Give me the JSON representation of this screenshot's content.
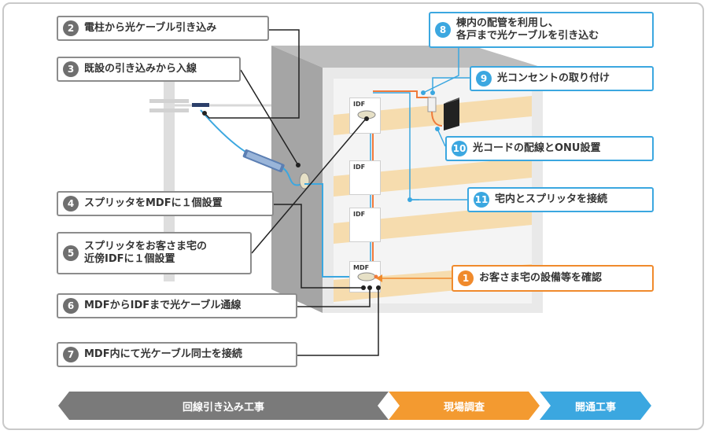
{
  "labels": {
    "s1": {
      "num": "1",
      "text": "お客さま宅の設備等を確認"
    },
    "s2": {
      "num": "2",
      "text": "電柱から光ケーブル引き込み"
    },
    "s3": {
      "num": "3",
      "text": "既設の引き込みから入線"
    },
    "s4": {
      "num": "4",
      "text": "スプリッタをMDFに１個設置"
    },
    "s5": {
      "num": "5",
      "text": "スプリッタをお客さま宅の\n近傍IDFに１個設置"
    },
    "s6": {
      "num": "6",
      "text": "MDFからIDFまで光ケーブル通線"
    },
    "s7": {
      "num": "7",
      "text": "MDF内にて光ケーブル同士を接続"
    },
    "s8": {
      "num": "8",
      "text": "棟内の配管を利用し、\n各戸まで光ケーブルを引き込む"
    },
    "s9": {
      "num": "9",
      "text": "光コンセントの取り付け"
    },
    "s10": {
      "num": "10",
      "text": "光コードの配線とONU設置"
    },
    "s11": {
      "num": "11",
      "text": "宅内とスプリッタを接続"
    }
  },
  "boxes": {
    "idf_top": "IDF",
    "idf_mid": "IDF",
    "idf_low": "IDF",
    "mdf": "MDF"
  },
  "phases": {
    "p1": "回線引き込み工事",
    "p2": "現場調査",
    "p3": "開通工事"
  },
  "colors": {
    "gray_phase": "#7a7a7a",
    "orange_phase": "#f39a30",
    "blue_phase": "#3ba7e0",
    "fiber_blue": "#3ba7e0",
    "fiber_orange": "#ef7a3b"
  }
}
